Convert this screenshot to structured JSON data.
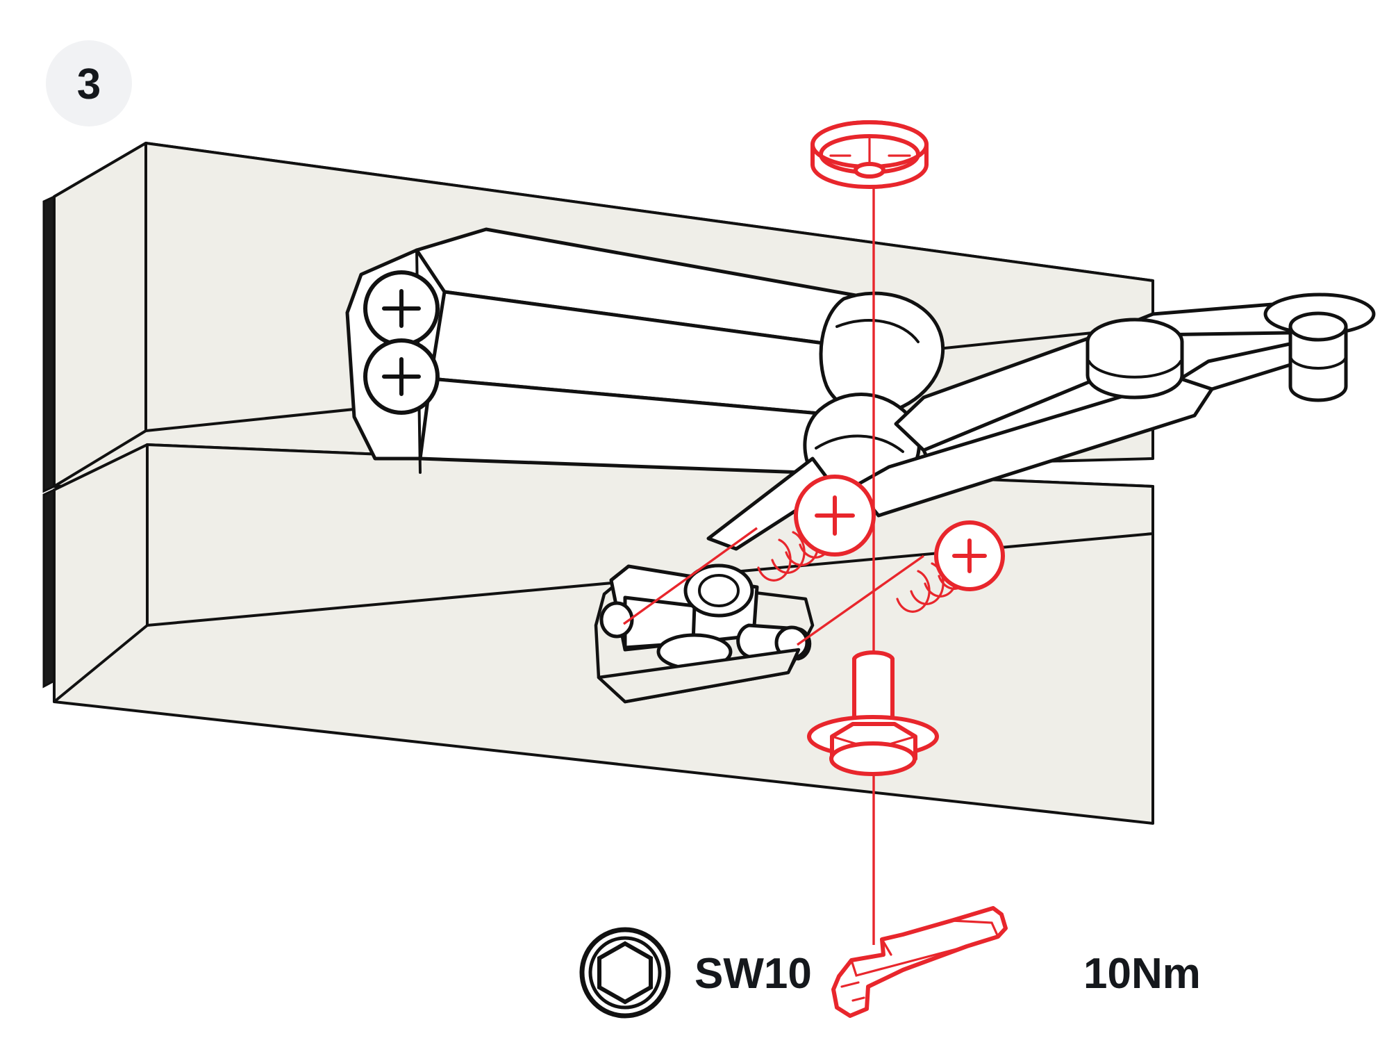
{
  "diagram": {
    "title": "Cabinet lift-damper mounting step",
    "step_badge": "3",
    "background_color": "#ffffff",
    "panel_color": "#efeee8",
    "outline_color": "#111111",
    "highlight_color": "#e8262c"
  },
  "specs": {
    "tool_label": "SW10",
    "torque_label": "10Nm",
    "socket_icon": "hex-socket-icon",
    "wrench_icon": "wrench-icon"
  },
  "parts": {
    "cabinet_top_panel": "cabinet-top-panel",
    "cabinet_shelf_panel": "cabinet-shelf-panel",
    "damper_body": "damper-body",
    "damper_arm": "damper-arm",
    "hinge_plate": "hinge-mounting-plate",
    "cap_cover": "red-cap-cover",
    "flange_bolt": "red-flange-bolt",
    "screw_left": "red-phillips-screw-left",
    "screw_right": "red-phillips-screw-right",
    "bracket_screw_upper": "black-phillips-screw-upper",
    "bracket_screw_lower": "black-phillips-screw-lower",
    "dowel_pin": "dowel-pin-fitting"
  }
}
